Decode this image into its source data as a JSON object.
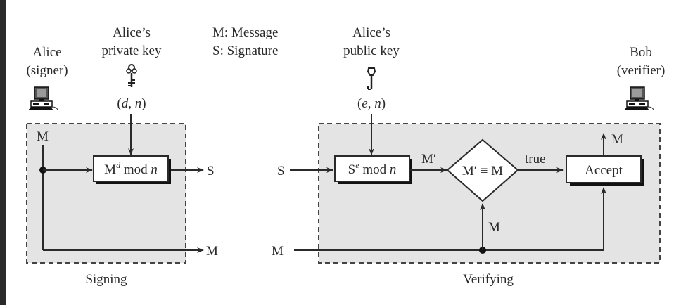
{
  "diagram": {
    "legend": [
      "M: Message",
      "S: Signature"
    ],
    "signer": {
      "name": "Alice",
      "role": "(signer)",
      "icon": "computer-icon"
    },
    "verifier": {
      "name": "Bob",
      "role": "(verifier)",
      "icon": "computer-icon"
    },
    "private_key": {
      "label_line1": "Alice’s",
      "label_line2": "private key",
      "params_open": "(",
      "param1": "d",
      "sep": ", ",
      "param2": "n",
      "params_close": ")",
      "icon": "key-icon"
    },
    "public_key": {
      "label_line1": "Alice’s",
      "label_line2": "public key",
      "params_open": "(",
      "param1": "e",
      "sep": ", ",
      "param2": "n",
      "params_close": ")",
      "icon": "key-icon"
    },
    "signing": {
      "title": "Signing",
      "input": "M",
      "box": {
        "base": "M",
        "exp": "d",
        "op": " mod ",
        "mod": "n"
      },
      "output_signature": "S",
      "output_message": "M"
    },
    "verifying": {
      "title": "Verifying",
      "input_signature": "S",
      "input_message": "M",
      "box": {
        "base": "S",
        "exp": "e",
        "op": " mod ",
        "mod": "n"
      },
      "intermediate": "M′",
      "compare": "M′ ≡ M",
      "compare_input": "M",
      "true_label": "true",
      "accept": "Accept",
      "output": "M"
    },
    "colors": {
      "panel_fill": "#e4e4e4",
      "stroke": "#2a2a2a",
      "box_fill": "#ffffff"
    }
  }
}
